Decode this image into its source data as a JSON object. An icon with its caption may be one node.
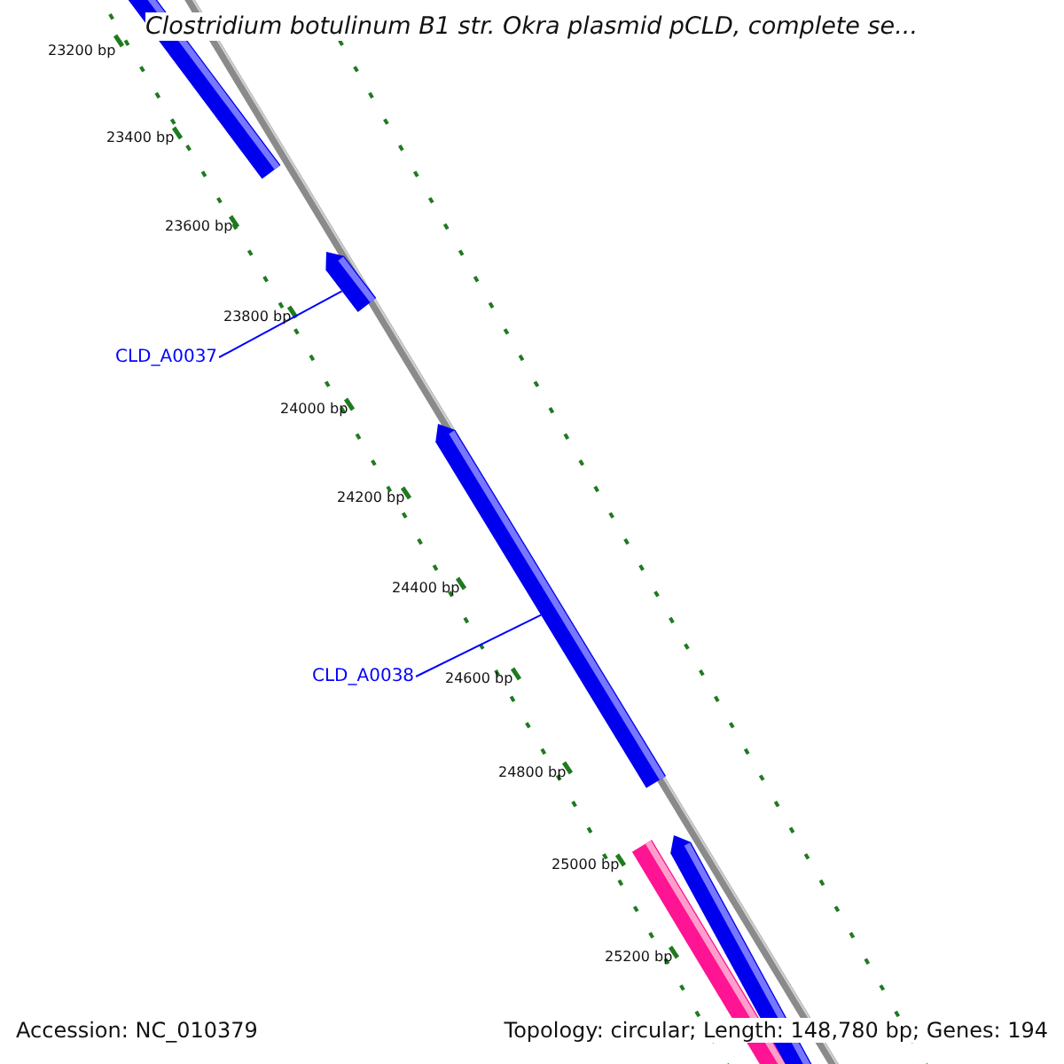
{
  "diagram": {
    "title": "Clostridium botulinum B1 str. Okra plasmid pCLD, complete se...",
    "nodes": [
      {
        "text": [],
        "shape": "bar"
      },
      {
        "text": [
          "CLD_A0037"
        ]
      },
      {
        "text": [],
        "shape": "bar"
      },
      {
        "text": [
          "CLD_A0038"
        ]
      },
      {
        "text": [],
        "shape": "bar"
      },
      {
        "text": [],
        "shape": "bar"
      },
      {
        "text": [],
        "shape": "bar"
      }
    ],
    "edges": [
      {
        "from": 1,
        "to": 2,
        "arrow": "none"
      },
      {
        "from": 3,
        "to": 4,
        "arrow": "none"
      }
    ],
    "labels": [
      "23200 bp",
      "23400 bp",
      "23600 bp",
      "23800 bp",
      "24000 bp",
      "24200 bp",
      "24400 bp",
      "24600 bp",
      "24800 bp",
      "25000 bp",
      "25200 bp",
      "Accession: NC_010379",
      "Topology: circular; Length: 148,780 bp; Genes: 194"
    ]
  }
}
